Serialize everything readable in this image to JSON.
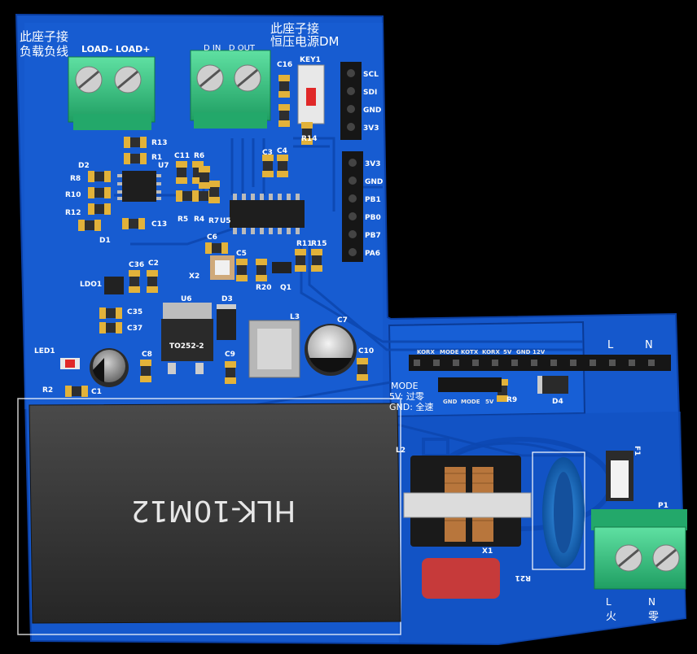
{
  "top_left_note": [
    "此座子接",
    "负载负线"
  ],
  "load_labels": "LOAD- LOAD+",
  "top_mid_note": [
    "此座子接",
    "恒压电源DM"
  ],
  "din_dout": "D IN   D OUT",
  "key1": "KEY1",
  "c16": "C16",
  "r14": "R14",
  "hdr1_pins": [
    "SCL",
    "SDI",
    "GND",
    "3V3"
  ],
  "hdr2_pins": [
    "3V3",
    "GND",
    "PB1",
    "PB0",
    "PB7",
    "PA6"
  ],
  "parts": {
    "r13": "R13",
    "r1": "R1",
    "d2": "D2",
    "u7": "U7",
    "r8": "R8",
    "r10": "R10",
    "r12": "R12",
    "d1": "D1",
    "c13": "C13",
    "c11": "C11",
    "r6": "R6",
    "r5": "R5",
    "r4": "R4",
    "r7": "R7",
    "u5": "U5",
    "c3": "C3",
    "c4": "C4",
    "c6": "C6",
    "c5": "C5",
    "x2": "X2",
    "r11": "R11",
    "r15": "R15",
    "r20": "R20",
    "q1": "Q1",
    "c36": "C36",
    "c2": "C2",
    "ldo1": "LDO1",
    "c35": "C35",
    "c37": "C37",
    "u6": "U6",
    "to252": "TO252-2",
    "d3": "D3",
    "l3": "L3",
    "c7": "C7",
    "c9": "C9",
    "c10": "C10",
    "c8": "C8",
    "led1": "LED1",
    "r2": "R2",
    "c1": "C1",
    "r9": "R9",
    "d4": "D4",
    "l2": "L2",
    "x1": "X1",
    "r21": "R21",
    "f1": "F1",
    "p1": "P1"
  },
  "sub_header_pins": [
    "KORX",
    "MODE",
    "KOTX",
    "KORX",
    "5V",
    "GND",
    "12V"
  ],
  "mode_pins": [
    "GND",
    "MODE",
    "5V"
  ],
  "mode_note": [
    "MODE",
    "5V: 过零",
    "GND: 全速"
  ],
  "module_label": "HLK-10M12",
  "ln_top": [
    "L",
    "N"
  ],
  "ln_bottom": [
    "L",
    "N"
  ],
  "ln_cn": [
    "火",
    "零"
  ]
}
